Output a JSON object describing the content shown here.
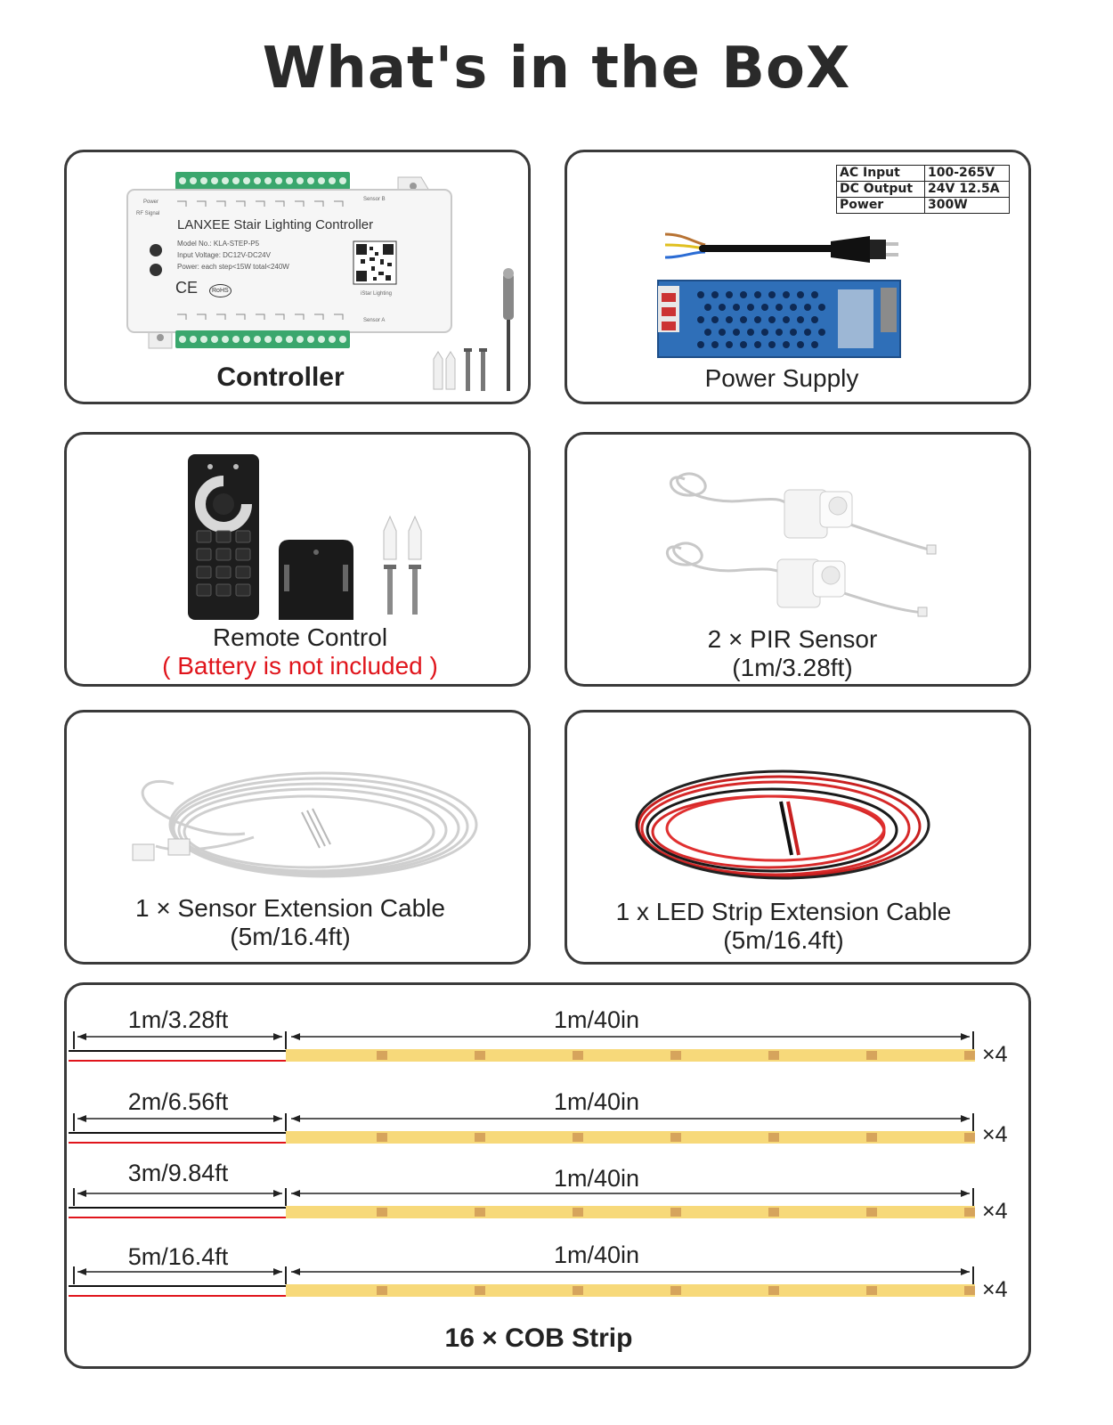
{
  "page_title": "What's in the BoX",
  "controller": {
    "caption": "Controller",
    "label_title": "LANXEE Stair Lighting Controller",
    "model": "Model No.: KLA-STEP-P5",
    "input_voltage": "Input Voltage: DC12V-DC24V",
    "power": "Power: each step<15W total<240W",
    "app_label": "iStar Lighting",
    "power_led": "Power",
    "rf_signal": "RF Signal",
    "sensor_a": "Sensor A",
    "sensor_b": "Sensor B",
    "ce_mark": "CE",
    "rohs_mark": "RoHS"
  },
  "power_supply": {
    "caption": "Power Supply",
    "specs": [
      {
        "label": "AC Input",
        "value": "100-265V"
      },
      {
        "label": "DC Output",
        "value": "24V 12.5A"
      },
      {
        "label": "Power",
        "value": "300W"
      }
    ]
  },
  "remote": {
    "caption": "Remote Control",
    "note": "( Battery is not included )"
  },
  "pir": {
    "caption": "2 × PIR Sensor",
    "length": "(1m/3.28ft)"
  },
  "sensor_cable": {
    "caption": "1 × Sensor Extension Cable",
    "length": "(5m/16.4ft)"
  },
  "led_cable": {
    "caption": "1 x LED Strip Extension Cable",
    "length": "(5m/16.4ft)"
  },
  "cob": {
    "caption": "16 × COB Strip",
    "strips": [
      {
        "lead": "1m/3.28ft",
        "strip": "1m/40in",
        "qty": "×4"
      },
      {
        "lead": "2m/6.56ft",
        "strip": "1m/40in",
        "qty": "×4"
      },
      {
        "lead": "3m/9.84ft",
        "strip": "1m/40in",
        "qty": "×4"
      },
      {
        "lead": "5m/16.4ft",
        "strip": "1m/40in",
        "qty": "×4"
      }
    ]
  },
  "colors": {
    "border": "#3a3a3a",
    "warning_red": "#e0151c",
    "strip_yellow": "#f7d97a",
    "terminal_green": "#3aa76d",
    "psu_blue": "#2f6fb8"
  }
}
